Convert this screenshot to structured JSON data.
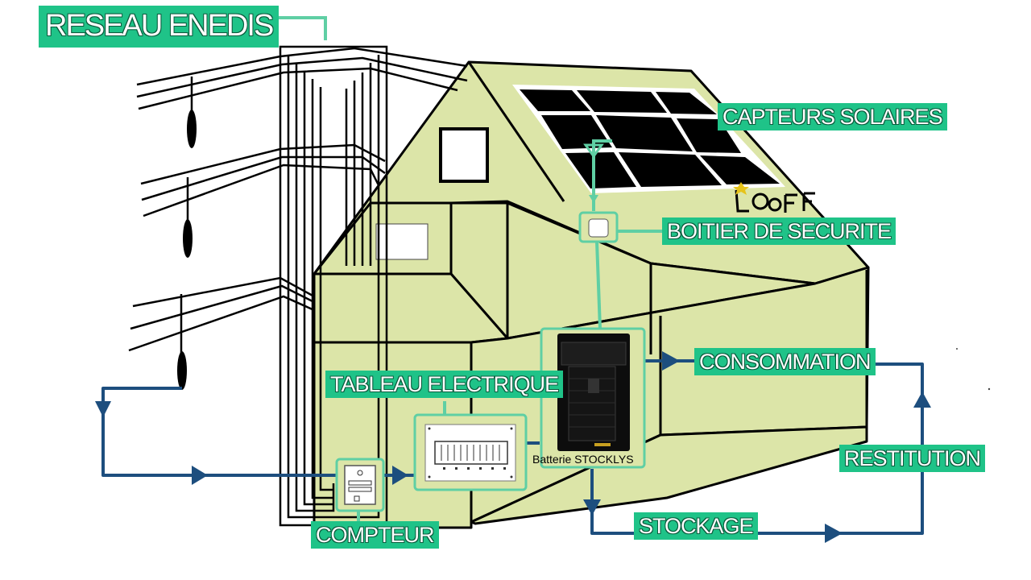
{
  "labels": {
    "grid": "RESEAU ENEDIS",
    "panels": "CAPTEURS SOLAIRES",
    "safety_box": "BOITIER DE SECURITE",
    "panel_board": "TABLEAU ELECTRIQUE",
    "consumption": "CONSOMMATION",
    "restitution": "RESTITUTION",
    "storage": "STOCKAGE",
    "meter": "COMPTEUR",
    "battery": "Batterie STOCKLYS"
  },
  "colors": {
    "house_fill": "#dce5a8",
    "tag_bg": "#1fc388",
    "connector": "#5fcfa4",
    "flow_line": "#1d4e7e",
    "panel_cell": "#000000"
  }
}
